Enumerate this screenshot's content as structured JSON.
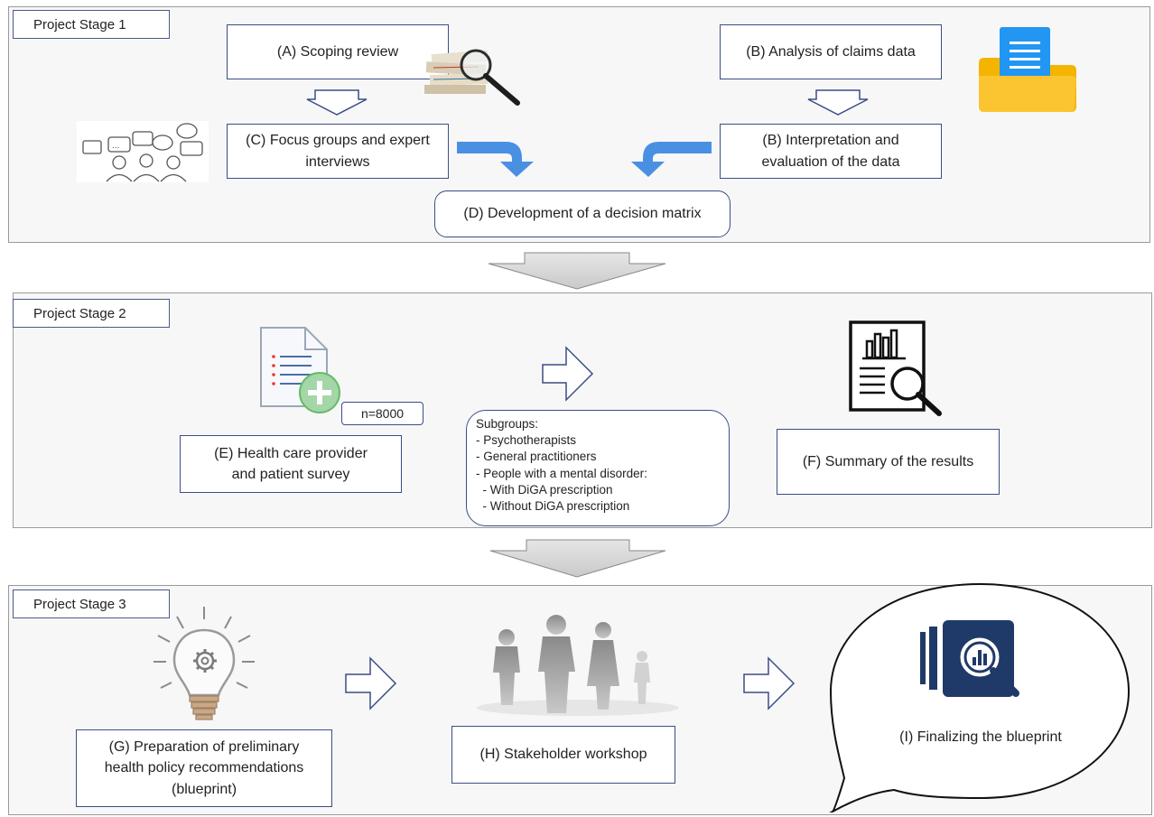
{
  "stage1": {
    "label": "Project Stage 1",
    "box_a": "(A) Scoping review",
    "box_b1": "(B) Analysis of claims data",
    "box_c": "(C) Focus groups and expert\ninterviews",
    "box_b2": "(B) Interpretation and\nevaluation of the data",
    "box_d": "(D) Development of a decision matrix"
  },
  "stage2": {
    "label": "Project Stage 2",
    "sample": "n=8000",
    "box_e": "(E) Health care provider\nand patient survey",
    "subgroups": "Subgroups:\n- Psychotherapists\n- General practitioners\n- People with a mental disorder:\n  - With DiGA prescription\n  - Without DiGA prescription",
    "box_f": "(F) Summary of the results"
  },
  "stage3": {
    "label": "Project Stage 3",
    "box_g": "(G) Preparation of preliminary\nhealth policy recommendations\n(blueprint)",
    "box_h": "(H) Stakeholder workshop",
    "box_i": "(I) Finalizing the blueprint"
  },
  "colors": {
    "box_border": "#3b4d86",
    "blue_arrow": "#4a90e2",
    "gray_arrow": "#d4d4d4",
    "icon_navy": "#1f3a68"
  },
  "icons": [
    "magnifier-papers-icon",
    "folder-document-icon",
    "speech-bubbles-people-icon",
    "document-plus-icon",
    "report-magnifier-icon",
    "lightbulb-gear-icon",
    "people-silhouettes-icon",
    "blueprint-analytics-icon"
  ]
}
